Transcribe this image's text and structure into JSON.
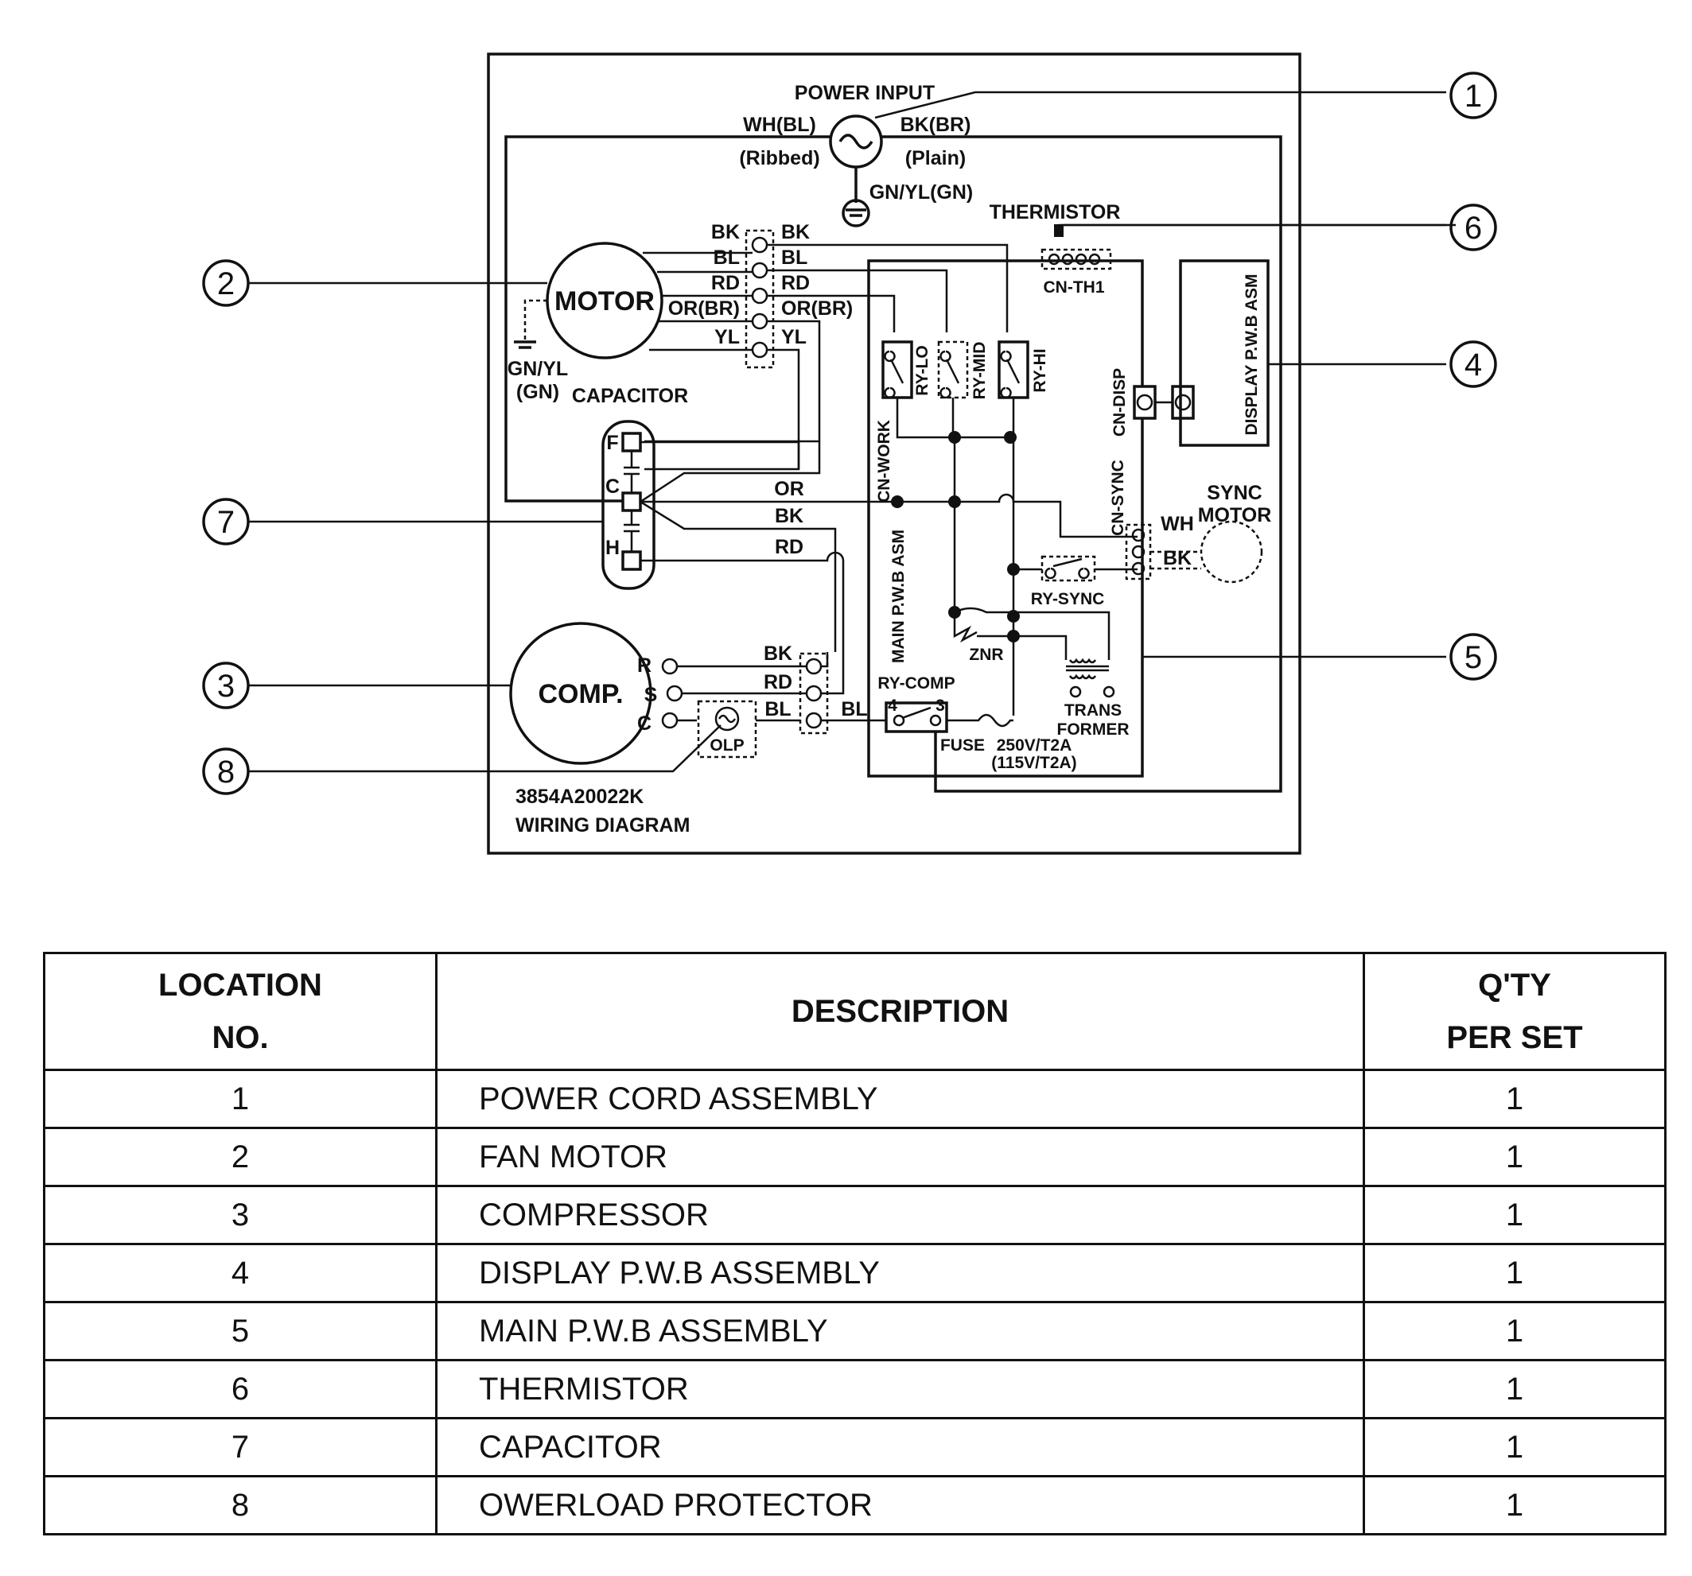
{
  "diagram": {
    "power_input": "POWER INPUT",
    "wh_bl": "WH(BL)",
    "ribbed": "(Ribbed)",
    "bk_br": "BK(BR)",
    "plain": "(Plain)",
    "gn_yl_gn": "GN/YL(GN)",
    "thermistor": "THERMISTOR",
    "cn_th1": "CN-TH1",
    "motor": "MOTOR",
    "motor_wires_left": [
      "BK",
      "BL",
      "RD",
      "OR(BR)",
      "YL"
    ],
    "motor_wires_right": [
      "BK",
      "BL",
      "RD",
      "OR(BR)",
      "YL"
    ],
    "gn_yl": "GN/YL",
    "gn": "(GN)",
    "capacitor": "CAPACITOR",
    "cap_f": "F",
    "cap_c": "C",
    "cap_h": "H",
    "wire_or": "OR",
    "wire_bk": "BK",
    "wire_rd": "RD",
    "ry_lo": "RY-LO",
    "ry_mid": "RY-MID",
    "ry_hi": "RY-HI",
    "cn_work": "CN-WORK",
    "cn_disp": "CN-DISP",
    "display_pwb": "DISPLAY P.W.B ASM",
    "cn_sync": "CN-SYNC",
    "sync_motor_1": "SYNC",
    "sync_motor_2": "MOTOR",
    "wh": "WH",
    "bk": "BK",
    "ry_sync": "RY-SYNC",
    "main_pwb": "MAIN P.W.B ASM",
    "znr": "ZNR",
    "trans_1": "TRANS",
    "trans_2": "FORMER",
    "comp": "COMP.",
    "comp_r": "R",
    "comp_s": "S",
    "comp_c": "C",
    "comp_bk": "BK",
    "comp_rd": "RD",
    "comp_bl": "BL",
    "bl": "BL",
    "ry_comp": "RY-COMP",
    "ry_comp_4": "4",
    "ry_comp_3": "3",
    "fuse": "FUSE",
    "fuse_rating_1": "250V/T2A",
    "fuse_rating_2": "(115V/T2A)",
    "olp": "OLP",
    "part_no": "3854A20022K",
    "diagram_title": "WIRING DIAGRAM",
    "callouts": [
      "1",
      "2",
      "3",
      "4",
      "5",
      "6",
      "7",
      "8"
    ]
  },
  "table": {
    "headers": {
      "location_1": "LOCATION",
      "location_2": "NO.",
      "description": "DESCRIPTION",
      "qty_1": "Q'TY",
      "qty_2": "PER SET"
    },
    "rows": [
      {
        "no": "1",
        "description": "POWER CORD ASSEMBLY",
        "qty": "1"
      },
      {
        "no": "2",
        "description": "FAN MOTOR",
        "qty": "1"
      },
      {
        "no": "3",
        "description": "COMPRESSOR",
        "qty": "1"
      },
      {
        "no": "4",
        "description": "DISPLAY P.W.B ASSEMBLY",
        "qty": "1"
      },
      {
        "no": "5",
        "description": "MAIN P.W.B ASSEMBLY",
        "qty": "1"
      },
      {
        "no": "6",
        "description": "THERMISTOR",
        "qty": "1"
      },
      {
        "no": "7",
        "description": "CAPACITOR",
        "qty": "1"
      },
      {
        "no": "8",
        "description": "OWERLOAD PROTECTOR",
        "qty": "1"
      }
    ]
  }
}
